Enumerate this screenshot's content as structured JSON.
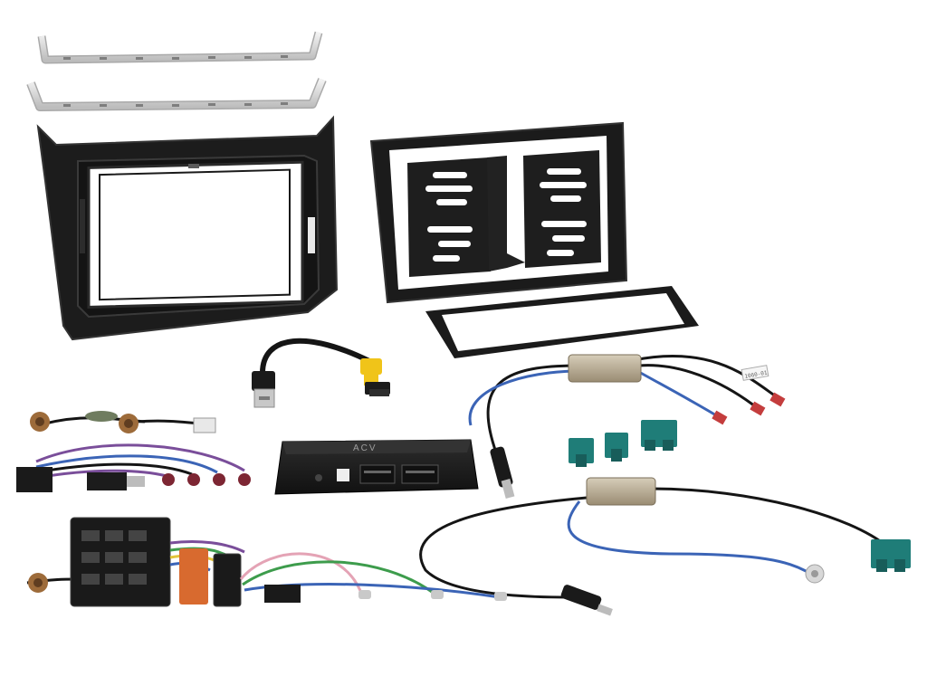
{
  "scene": {
    "background": "#ffffff",
    "colors": {
      "panel_black": "#1c1c1c",
      "panel_edge": "#333333",
      "chrome_silver": "#e4e4e4",
      "silver_shadow": "#a9a9a9",
      "usb_silver": "#c8c8c8",
      "usb_yellow": "#f0c419",
      "fakra_teal": "#1f7d78",
      "fakra_dark_teal": "#185d5a",
      "amplifier_bronze": "#b8ab93",
      "antenna_blue": "#3b64b6",
      "cable_black": "#151515",
      "iso_orange": "#d86a2f",
      "wire_purple": "#7a4e9a",
      "wire_green": "#3d9c4c",
      "wire_yellow": "#e2c53a",
      "wire_pink": "#e4a3b5",
      "wire_red": "#c43d3d",
      "plug_maroon": "#7d2633",
      "brass": "#9d6b3a"
    },
    "printed_text": {
      "interface_brand": "ACV",
      "tag_label": "1060-01"
    },
    "parts": [
      "mounting-rail",
      "double-din-fascia",
      "double-din-cage-frame",
      "trim-ring",
      "usb-adapter-cable",
      "steering-wheel-interface-box",
      "antenna-adapter-cable",
      "iso-harness",
      "quadlock-adapter",
      "fakra-connector"
    ]
  }
}
